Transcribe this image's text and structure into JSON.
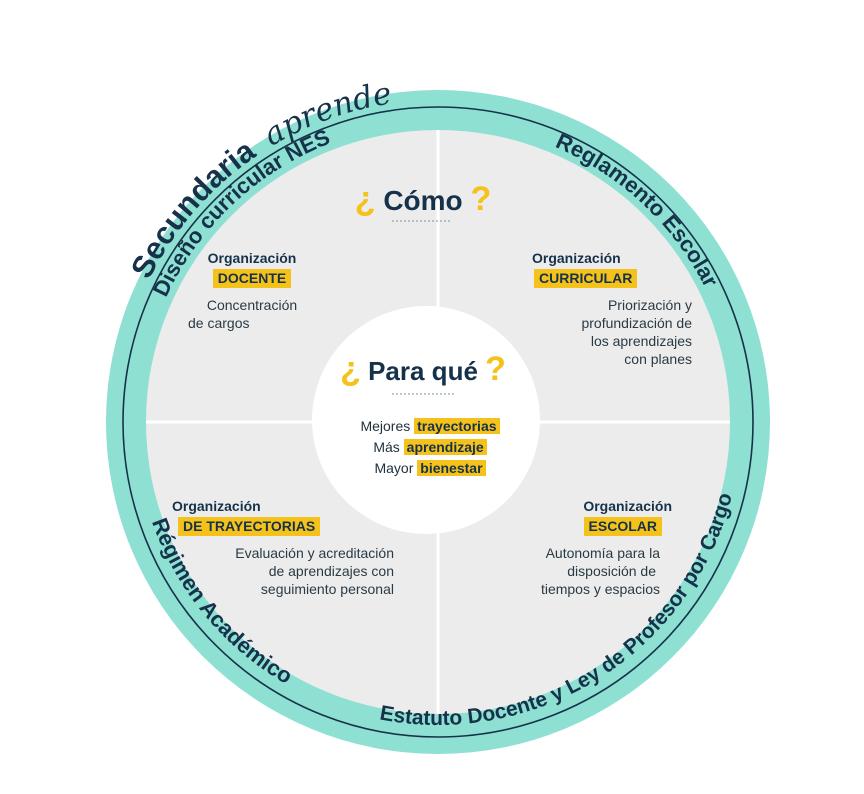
{
  "header": {
    "title_main": "Secundaria",
    "title_script": "aprende"
  },
  "ring_labels": {
    "nes": "Diseño curricular NES",
    "reglamento": "Reglamento Escolar",
    "regimen": "Régimen Académico",
    "estatuto": "Estatuto Docente y Ley de Profesor por Cargo"
  },
  "como": {
    "open": "¿",
    "word": "Cómo",
    "close": "?"
  },
  "para_que": {
    "open": "¿",
    "word": "Para qué",
    "close": "?"
  },
  "center": {
    "line1_pre": "Mejores",
    "line1_hl": "trayectorias",
    "line2_pre": "Más",
    "line2_hl": "aprendizaje",
    "line3_pre": "Mayor",
    "line3_hl": "bienestar"
  },
  "quadrants": {
    "docente": {
      "label": "Organización",
      "tag": "DOCENTE",
      "desc1": "Concentración",
      "desc2": "de cargos"
    },
    "curricular": {
      "label": "Organización",
      "tag": "CURRICULAR",
      "desc1": "Priorización y",
      "desc2": "profundización de",
      "desc3": "los aprendizajes",
      "desc4": "con planes"
    },
    "trayectorias": {
      "label": "Organización",
      "tag": "DE TRAYECTORIAS",
      "desc1": "Evaluación y acreditación",
      "desc2": "de aprendizajes con",
      "desc3": "seguimiento personal"
    },
    "escolar": {
      "label": "Organización",
      "tag": "ESCOLAR",
      "desc1": "Autonomía para la",
      "desc2": "disposición de",
      "desc3": "tiempos y espacios"
    }
  },
  "colors": {
    "ring": "#8ee0d2",
    "inner": "#ececec",
    "navy": "#16324a",
    "accent": "#f5c21b"
  }
}
